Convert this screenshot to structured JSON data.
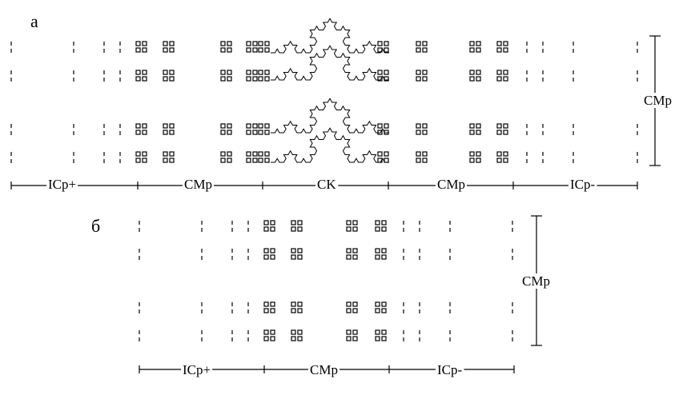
{
  "panel_a": {
    "letter": "а",
    "axis_labels": [
      "ICp+",
      "CMp",
      "CK",
      "CMp",
      "ICp-"
    ],
    "vertical_label": "CMp"
  },
  "panel_b": {
    "letter": "б",
    "axis_labels": [
      "ICp+",
      "CMp",
      "ICp-"
    ],
    "vertical_label": "CMp"
  }
}
